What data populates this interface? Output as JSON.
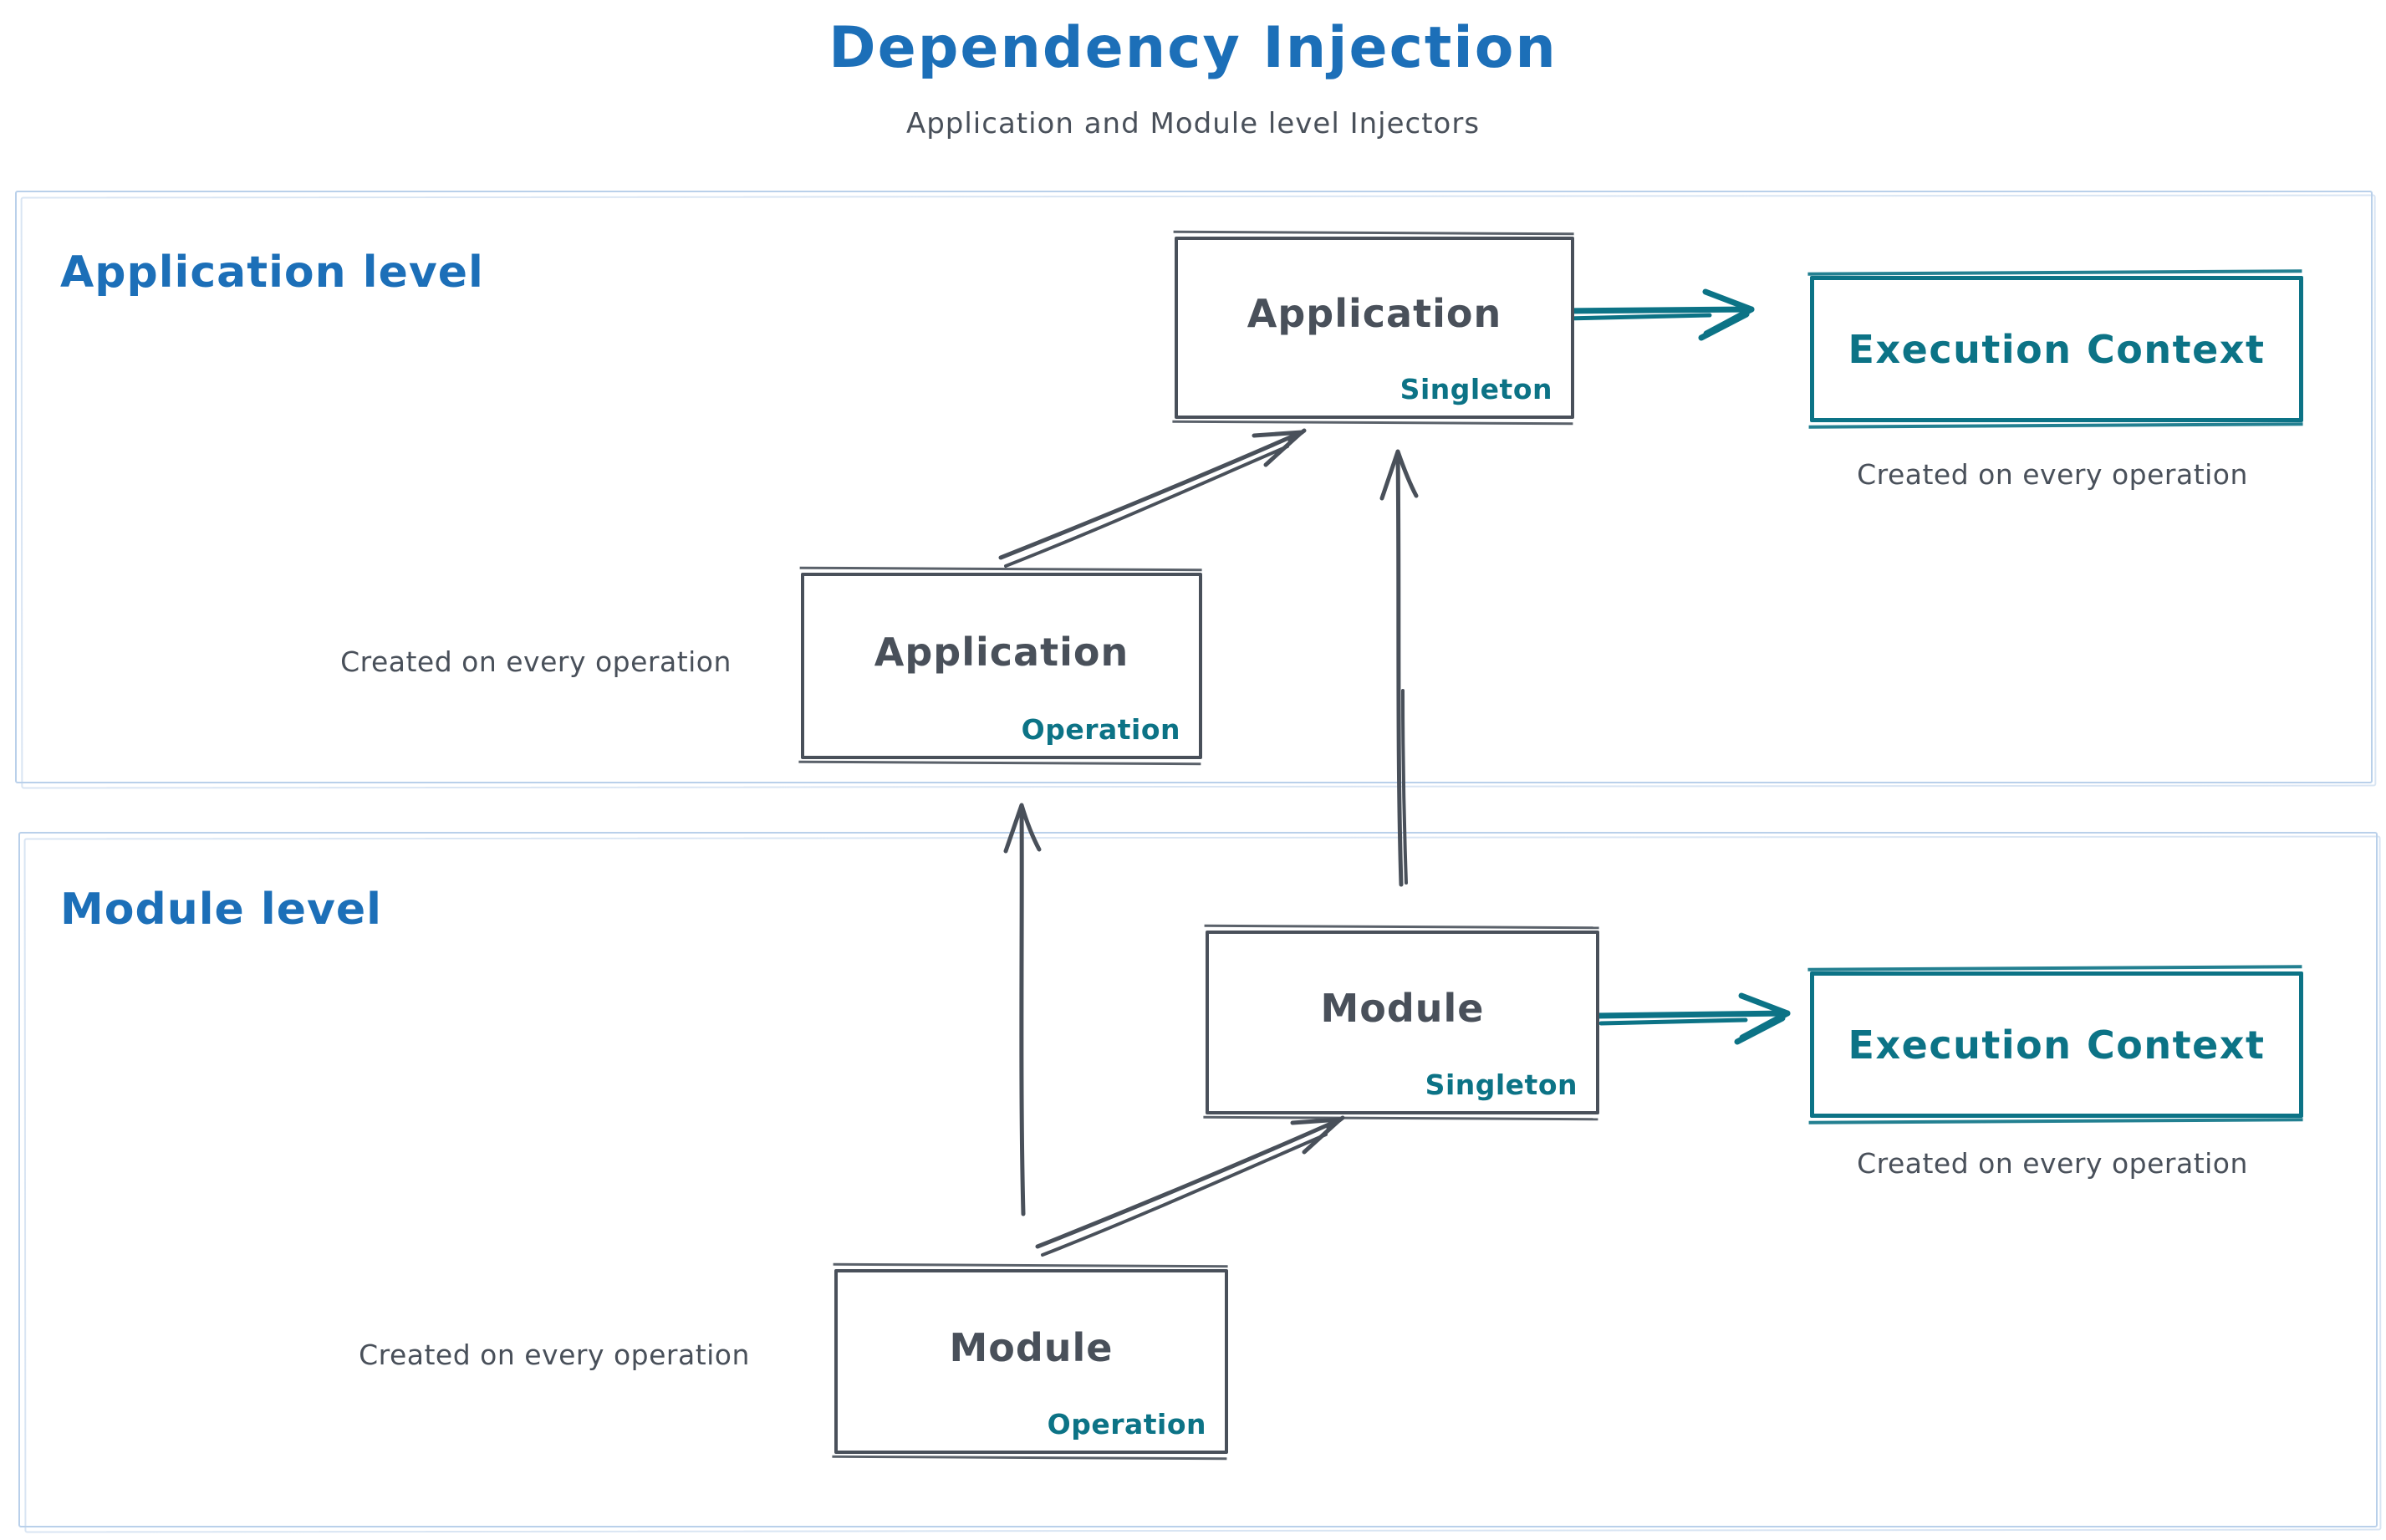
{
  "title": "Dependency Injection",
  "subtitle": "Application and Module level Injectors",
  "colors": {
    "blue": "#1c6fb8",
    "dark": "#49505a",
    "teal": "#0c7386",
    "frame": "#b9d0ea"
  },
  "application_level": {
    "label": "Application level",
    "singleton_box": {
      "name": "Application",
      "tag": "Singleton"
    },
    "operation_box": {
      "name": "Application",
      "tag": "Operation"
    },
    "operation_caption": "Created on every operation",
    "execution_context": {
      "label": "Execution Context",
      "caption": "Created on every operation"
    }
  },
  "module_level": {
    "label": "Module level",
    "singleton_box": {
      "name": "Module",
      "tag": "Singleton"
    },
    "operation_box": {
      "name": "Module",
      "tag": "Operation"
    },
    "operation_caption": "Created on every operation",
    "execution_context": {
      "label": "Execution Context",
      "caption": "Created on every operation"
    }
  }
}
